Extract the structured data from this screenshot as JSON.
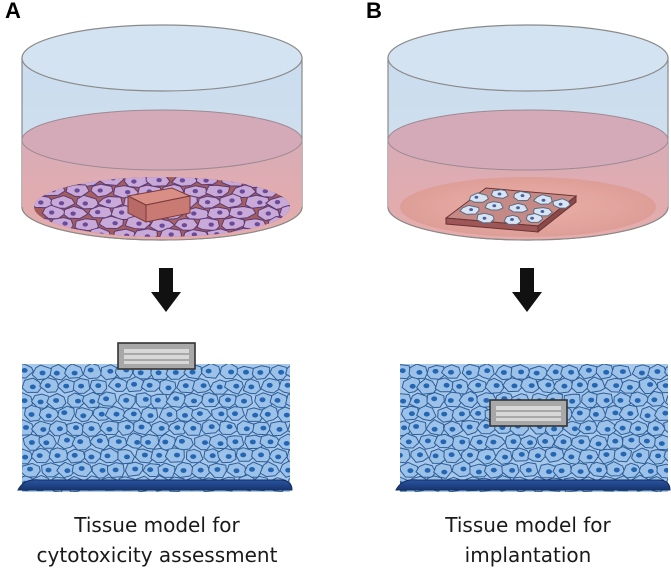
{
  "panels": [
    {
      "letter": "A",
      "caption_line1": "Tissue model for",
      "caption_line2": "cytotoxicity assessment"
    },
    {
      "letter": "B",
      "caption_line1": "Tissue model for",
      "caption_line2": "implantation"
    }
  ],
  "colors": {
    "dish_glass": "#cfe0ef",
    "medium": "#e8b4b8",
    "cell_fill": "#8fb9e6",
    "cell_nucleus": "#1f5fa8",
    "scaffold": "#c96a6a",
    "implant": "#a6a6a6",
    "base_membrane": "#23478f",
    "arrow": "#111111"
  }
}
